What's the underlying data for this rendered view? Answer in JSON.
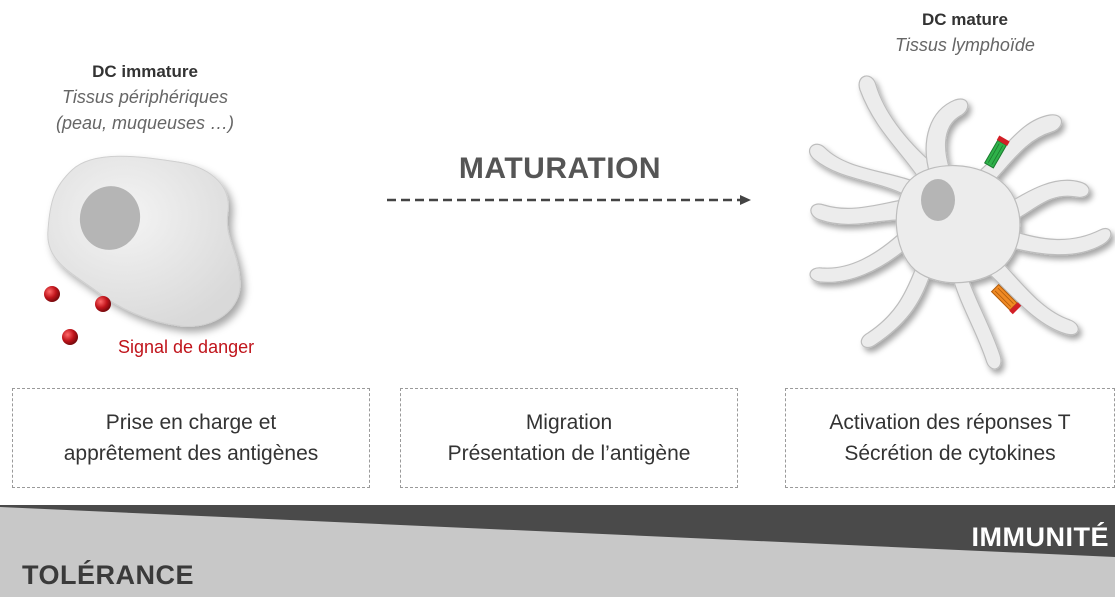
{
  "immature": {
    "title": "DC immature",
    "subtitle_line1": "Tissus périphériques",
    "subtitle_line2": "(peau, muqueuses …)",
    "danger_label": "Signal de danger"
  },
  "process": {
    "label": "MATURATION"
  },
  "mature": {
    "title": "DC mature",
    "subtitle": "Tissus lymphoïde"
  },
  "boxes": [
    {
      "line1": "Prise en charge et",
      "line2": "apprêtement des antigènes"
    },
    {
      "line1": "Migration",
      "line2": "Présentation de l’antigène"
    },
    {
      "line1": "Activation des réponses T",
      "line2": "Sécrétion de cytokines"
    }
  ],
  "gradient": {
    "left_label": "TOLÉRANCE",
    "right_label": "IMMUNITÉ"
  },
  "colors": {
    "cell_fill": "#e8e8e8",
    "nucleus": "#b5b5b5",
    "danger": "#c0141b",
    "band_dark": "#4a4a4a",
    "band_light": "#c8c8c8"
  }
}
